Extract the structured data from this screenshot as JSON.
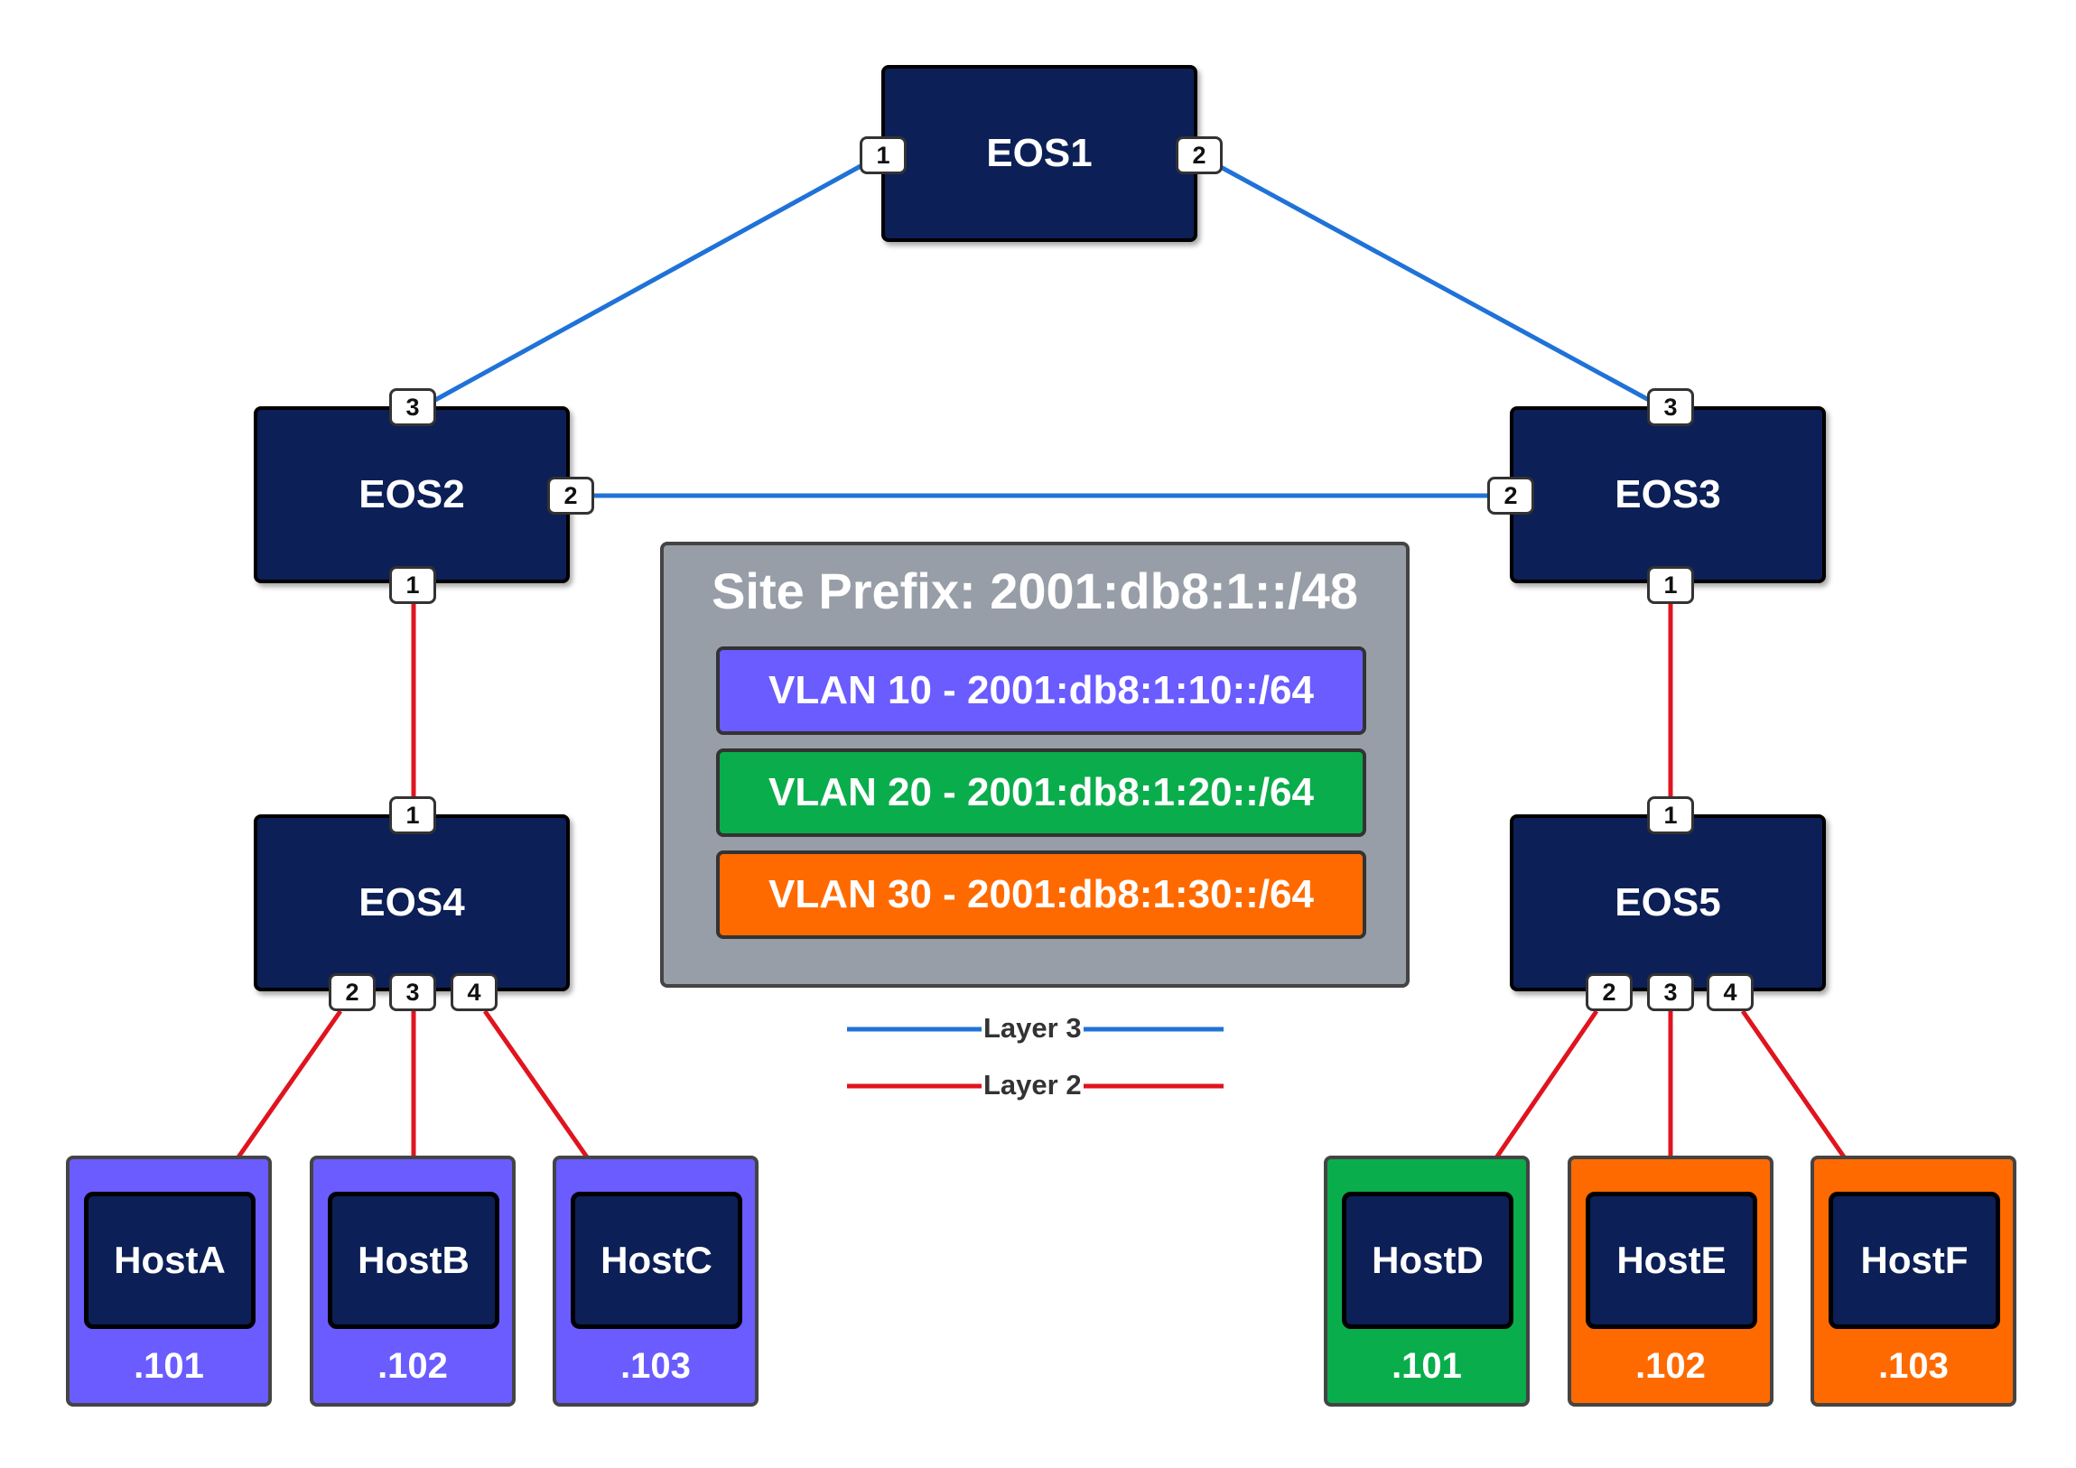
{
  "colors": {
    "switch_fill": "#0c1f56",
    "layer3_link": "#1f72d8",
    "layer2_link": "#e0141e",
    "vlan10": "#6a5cff",
    "vlan20": "#0aad4b",
    "vlan30": "#ff6a00",
    "panel": "#989ea7"
  },
  "switches": [
    {
      "name": "EOS1"
    },
    {
      "name": "EOS2"
    },
    {
      "name": "EOS3"
    },
    {
      "name": "EOS4"
    },
    {
      "name": "EOS5"
    }
  ],
  "ports": {
    "eos1": [
      "1",
      "2"
    ],
    "eos2": [
      "3",
      "2",
      "1"
    ],
    "eos3": [
      "3",
      "2",
      "1"
    ],
    "eos4": [
      "1",
      "2",
      "3",
      "4"
    ],
    "eos5": [
      "1",
      "2",
      "3",
      "4"
    ]
  },
  "hosts": [
    {
      "name": "HostA",
      "ip": ".101",
      "vlan": "vlan10"
    },
    {
      "name": "HostB",
      "ip": ".102",
      "vlan": "vlan10"
    },
    {
      "name": "HostC",
      "ip": ".103",
      "vlan": "vlan10"
    },
    {
      "name": "HostD",
      "ip": ".101",
      "vlan": "vlan20"
    },
    {
      "name": "HostE",
      "ip": ".102",
      "vlan": "vlan30"
    },
    {
      "name": "HostF",
      "ip": ".103",
      "vlan": "vlan30"
    }
  ],
  "prefix_panel": {
    "title": "Site Prefix: 2001:db8:1::/48",
    "vlans": [
      {
        "label": "VLAN 10 - 2001:db8:1:10::/64"
      },
      {
        "label": "VLAN 20 - 2001:db8:1:20::/64"
      },
      {
        "label": "VLAN 30 - 2001:db8:1:30::/64"
      }
    ]
  },
  "legend": {
    "layer3": "Layer 3",
    "layer2": "Layer 2"
  }
}
